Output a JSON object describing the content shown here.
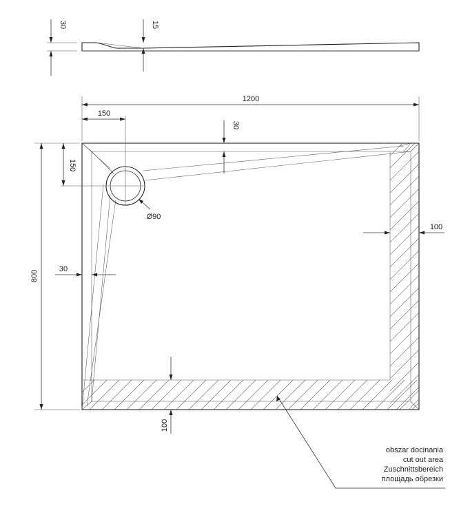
{
  "side_view": {
    "dim_height_total": "30",
    "dim_drain_depth": "15"
  },
  "plan_view": {
    "dim_width": "1200",
    "dim_height": "800",
    "dim_drain_offset_x": "150",
    "dim_drain_offset_y": "150",
    "dim_slope_top": "30",
    "dim_slope_left": "30",
    "dim_drain_diameter": "Ø90",
    "dim_cut_right": "100",
    "dim_cut_bottom": "100"
  },
  "legend": {
    "cut_out_area_pl": "obszar docinania",
    "cut_out_area_en": "cut out area",
    "cut_out_area_de": "Zuschnittsbereich",
    "cut_out_area_ru": "площадь обрезки"
  },
  "colors": {
    "line": "#333333",
    "background": "#ffffff"
  }
}
